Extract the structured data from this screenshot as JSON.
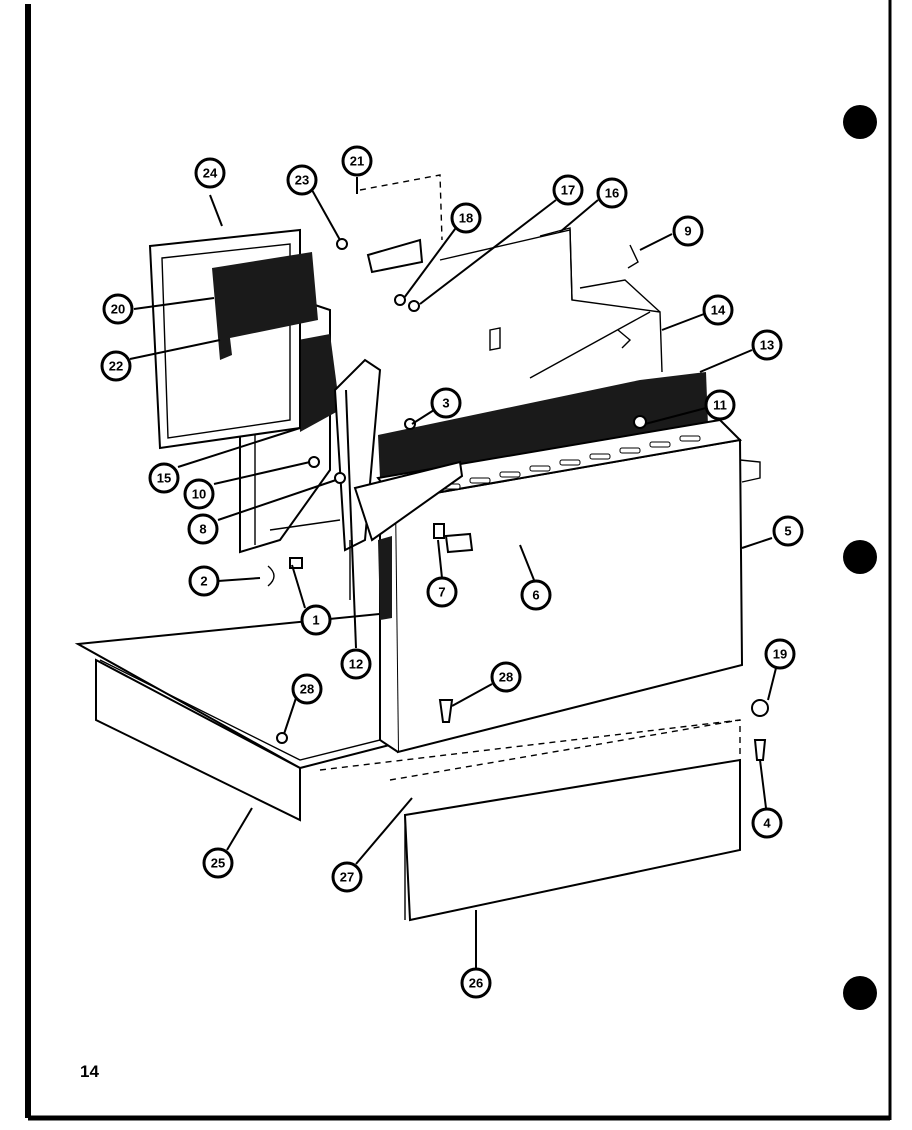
{
  "page_number": "14",
  "callouts": [
    "1",
    "2",
    "3",
    "4",
    "5",
    "6",
    "7",
    "8",
    "9",
    "10",
    "11",
    "12",
    "13",
    "14",
    "15",
    "16",
    "17",
    "18",
    "19",
    "20",
    "21",
    "22",
    "23",
    "24",
    "25",
    "26",
    "27",
    "28"
  ],
  "punch_holes": 3
}
